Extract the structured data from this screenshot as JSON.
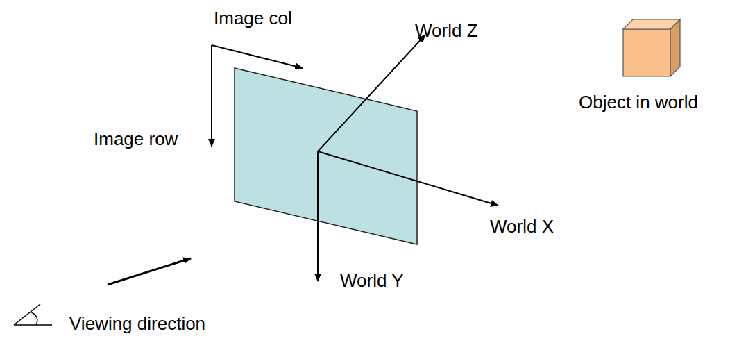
{
  "diagram": {
    "labels": [
      "Image col",
      "Image row",
      "World Z",
      "World X",
      "World Y",
      "Object in world",
      "Viewing direction"
    ]
  }
}
